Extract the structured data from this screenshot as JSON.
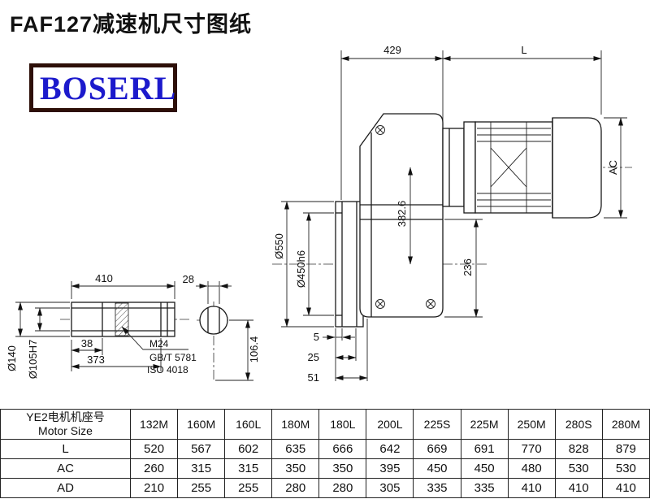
{
  "page": {
    "title": "FAF127减速机尺寸图纸",
    "logo": "BOSERL"
  },
  "drawing": {
    "top_429": "429",
    "top_L": "L",
    "ac": "AC",
    "d3826": "382.6",
    "d550": "Ø550",
    "d450": "Ø450h6",
    "d236": "236",
    "d5": "5",
    "d25": "25",
    "d51": "51",
    "s410": "410",
    "s28": "28",
    "s38": "38",
    "s373": "373",
    "s140": "Ø140",
    "s105": "Ø105H7",
    "s1064": "106.4",
    "m24": "M24",
    "gbt": "GB/T 5781",
    "iso": "ISO 4018"
  },
  "table": {
    "header_zh": "YE2电机机座号",
    "header_en": "Motor Size",
    "columns": [
      "132M",
      "160M",
      "160L",
      "180M",
      "180L",
      "200L",
      "225S",
      "225M",
      "250M",
      "280S",
      "280M"
    ],
    "rows": [
      {
        "label": "L",
        "values": [
          520,
          567,
          602,
          635,
          666,
          642,
          669,
          691,
          770,
          828,
          879
        ]
      },
      {
        "label": "AC",
        "values": [
          260,
          315,
          315,
          350,
          350,
          395,
          450,
          450,
          480,
          530,
          530
        ]
      },
      {
        "label": "AD",
        "values": [
          210,
          255,
          255,
          280,
          280,
          305,
          335,
          335,
          410,
          410,
          410
        ]
      }
    ]
  }
}
